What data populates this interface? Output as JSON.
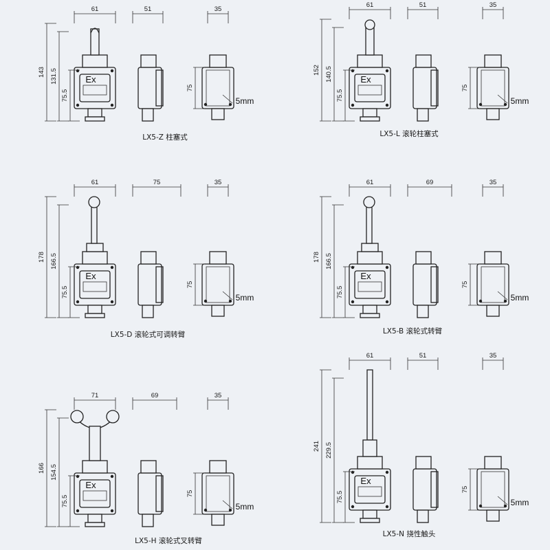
{
  "common": {
    "unit_label": "5mm",
    "ex_mark": "Ex",
    "side_height": "75"
  },
  "panels": [
    {
      "id": "z",
      "caption": "LX5-Z  柱塞式",
      "front": {
        "width": "61",
        "overall": "143",
        "middle": "131.5",
        "inner": "75.5"
      },
      "side": {
        "width": "51"
      },
      "end": {
        "width": "35"
      }
    },
    {
      "id": "l",
      "caption": "LX5-L  滚轮柱塞式",
      "front": {
        "width": "61",
        "overall": "152",
        "middle": "140.5",
        "inner": "75.5"
      },
      "side": {
        "width": "51"
      },
      "end": {
        "width": "35"
      }
    },
    {
      "id": "d",
      "caption": "LX5-D  滚轮式可调转臂",
      "front": {
        "width": "61",
        "overall": "178",
        "middle": "166.5",
        "inner": "75.5"
      },
      "side": {
        "width": "75"
      },
      "end": {
        "width": "35"
      }
    },
    {
      "id": "b",
      "caption": "LX5-B  滚轮式转臂",
      "front": {
        "width": "61",
        "overall": "178",
        "middle": "166.5",
        "inner": "75.5"
      },
      "side": {
        "width": "69"
      },
      "end": {
        "width": "35"
      }
    },
    {
      "id": "h",
      "caption": "LX5-H  滚轮式叉转臂",
      "front": {
        "width": "71",
        "overall": "166",
        "middle": "154.5",
        "inner": "75.5"
      },
      "side": {
        "width": "69"
      },
      "end": {
        "width": "35"
      }
    },
    {
      "id": "n",
      "caption": "LX5-N 挠性触头",
      "front": {
        "width": "61",
        "overall": "241",
        "middle": "229.5",
        "inner": "75.5"
      },
      "side": {
        "width": "51"
      },
      "end": {
        "width": "35"
      }
    }
  ]
}
